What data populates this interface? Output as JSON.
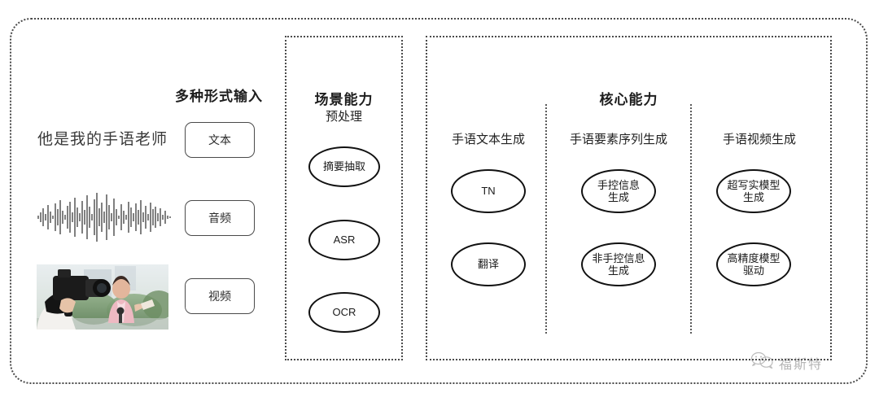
{
  "diagram": {
    "title_hidden": "",
    "input_section": {
      "heading": "多种形式输入",
      "sentence": "他是我的手语老师",
      "chips": [
        {
          "label": "文本"
        },
        {
          "label": "音频"
        },
        {
          "label": "视频"
        }
      ],
      "media": {
        "waveform_name": "audio-waveform",
        "video_name": "video-thumbnail"
      }
    },
    "scene_panel": {
      "title": "场景能力",
      "group_label": "预处理",
      "nodes": [
        {
          "label": "摘要抽取"
        },
        {
          "label": "ASR"
        },
        {
          "label": "OCR"
        }
      ]
    },
    "core_panel": {
      "title": "核心能力",
      "columns": [
        {
          "label": "手语文本生成",
          "nodes": [
            {
              "line1": "TN",
              "line2": ""
            },
            {
              "line1": "翻译",
              "line2": ""
            }
          ]
        },
        {
          "label": "手语要素序列生成",
          "nodes": [
            {
              "line1": "手控信息",
              "line2": "生成"
            },
            {
              "line1": "非手控信息",
              "line2": "生成"
            }
          ]
        },
        {
          "label": "手语视频生成",
          "nodes": [
            {
              "line1": "超写实模型",
              "line2": "生成"
            },
            {
              "line1": "高精度模型",
              "line2": "驱动"
            }
          ]
        }
      ]
    },
    "watermark": {
      "text": "福斯特",
      "icon": "wechat-icon"
    },
    "colors": {
      "border": "#4a4a4a",
      "node_stroke": "#111111",
      "text": "#1d1d1d",
      "background": "#ffffff"
    }
  }
}
